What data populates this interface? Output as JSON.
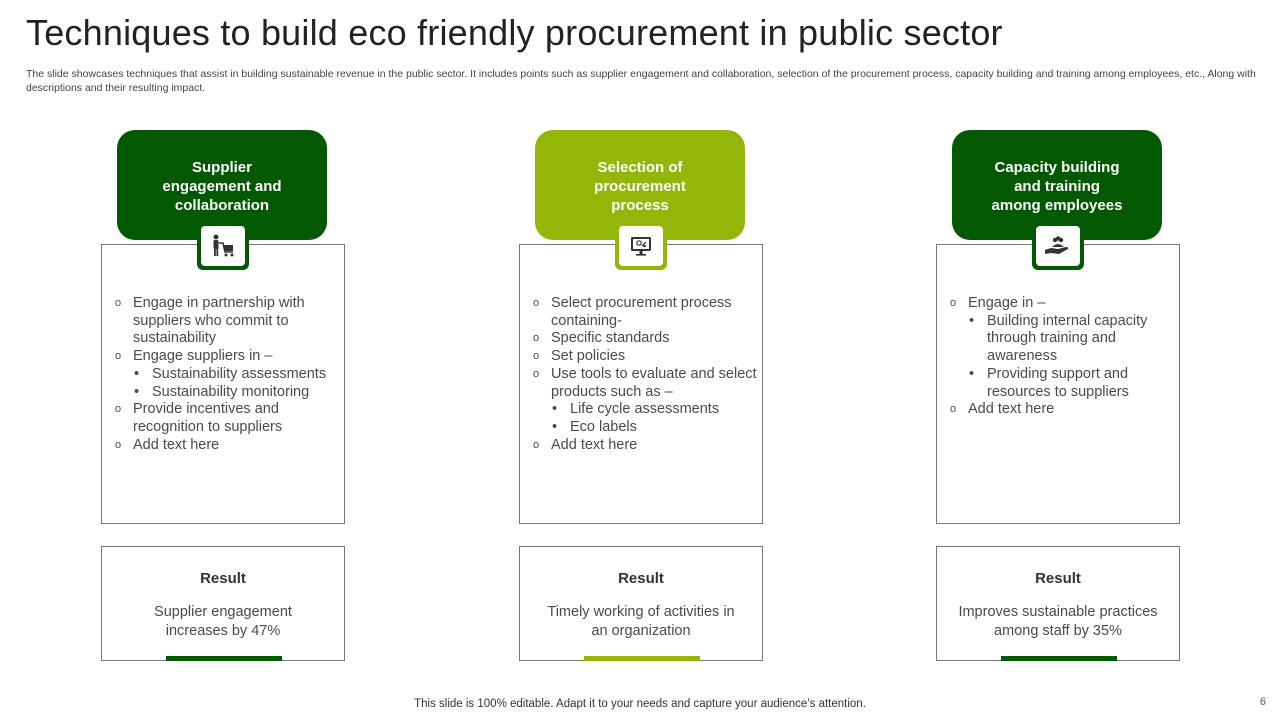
{
  "title": "Techniques to build eco friendly procurement in public sector",
  "subtitle": "The slide showcases techniques that assist in building sustainable revenue in the public sector. It includes points such as supplier engagement and collaboration, selection of the procurement process, capacity building and training among employees, etc., Along with descriptions and their resulting impact.",
  "colors": {
    "dark_green": "#025902",
    "light_green": "#93b608"
  },
  "columns": [
    {
      "header": "Supplier\nengagement and\ncollaboration",
      "icon": "supplier-cart-icon",
      "items": [
        {
          "level": 1,
          "bullet": "o",
          "text": "Engage in partnership with suppliers who commit to sustainability"
        },
        {
          "level": 1,
          "bullet": "o",
          "text": "Engage suppliers in –"
        },
        {
          "level": 2,
          "bullet": "•",
          "text": "Sustainability assessments"
        },
        {
          "level": 2,
          "bullet": "•",
          "text": "Sustainability monitoring"
        },
        {
          "level": 1,
          "bullet": "o",
          "text": "Provide incentives and recognition to suppliers"
        },
        {
          "level": 1,
          "bullet": "o",
          "text": "Add text here"
        }
      ],
      "result_title": "Result",
      "result_text": "Supplier engagement increases by 47%"
    },
    {
      "header": "Selection of\nprocurement\nprocess",
      "icon": "monitor-process-icon",
      "items": [
        {
          "level": 1,
          "bullet": "o",
          "text": "Select procurement process containing-"
        },
        {
          "level": 1,
          "bullet": "o",
          "text": "Specific standards"
        },
        {
          "level": 1,
          "bullet": "o",
          "text": "Set policies"
        },
        {
          "level": 1,
          "bullet": "o",
          "text": "Use tools to evaluate and select products such as –"
        },
        {
          "level": 2,
          "bullet": "•",
          "text": "Life cycle assessments"
        },
        {
          "level": 2,
          "bullet": "•",
          "text": "Eco labels"
        },
        {
          "level": 1,
          "bullet": "o",
          "text": " Add text here"
        }
      ],
      "result_title": "Result",
      "result_text": "Timely working of activities in an organization"
    },
    {
      "header": "Capacity building\nand training\namong employees",
      "icon": "hand-team-icon",
      "items": [
        {
          "level": 1,
          "bullet": "o",
          "text": "Engage in –"
        },
        {
          "level": 2,
          "bullet": "•",
          "text": "Building internal capacity through training and awareness"
        },
        {
          "level": 2,
          "bullet": "•",
          "text": "Providing support and resources to suppliers"
        },
        {
          "level": 1,
          "bullet": "o",
          "text": "Add text here"
        }
      ],
      "result_title": "Result",
      "result_text": "Improves sustainable practices among staff by 35%"
    }
  ],
  "footer": "This slide is 100% editable. Adapt it to your needs and capture your audience’s attention.",
  "page_number": "6"
}
